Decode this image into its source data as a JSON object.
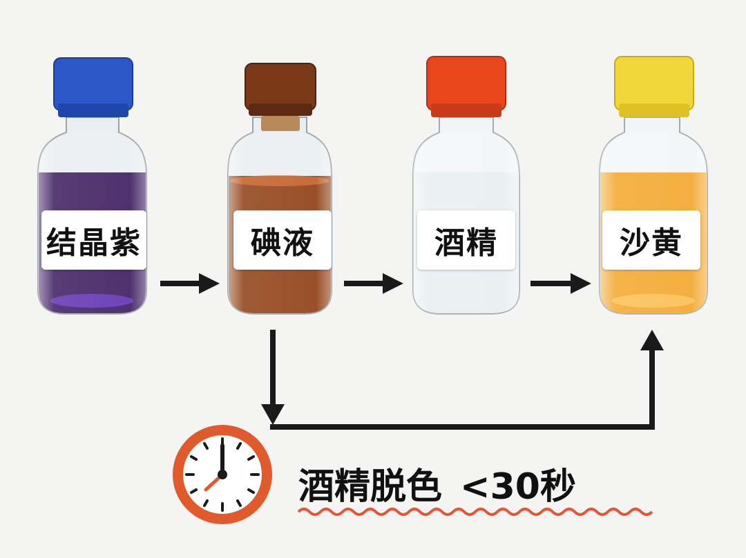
{
  "steps": [
    {
      "label": "结晶紫",
      "cap_color": "#2b57c8",
      "liquid_color": "#3b1a5e",
      "liquid_highlight": "#6a35c4"
    },
    {
      "label": "碘液",
      "cap_color": "#7a3a1a",
      "liquid_color": "#8e3d12",
      "liquid_highlight": "#d86a2a"
    },
    {
      "label": "酒精",
      "cap_color": "#e8461d",
      "liquid_color": "#e8eef0",
      "liquid_highlight": "#ffffff"
    },
    {
      "label": "沙黄",
      "cap_color": "#f1d73a",
      "liquid_color": "#f3a62a",
      "liquid_highlight": "#ffd06a"
    }
  ],
  "caption": {
    "text": "酒精脱色",
    "time_text": "<30秒"
  },
  "colors": {
    "arrow": "#1a1a1a",
    "clock_ring": "#e05a2c",
    "underline": "#e0573a"
  },
  "icons": {
    "clock": "clock-icon"
  }
}
